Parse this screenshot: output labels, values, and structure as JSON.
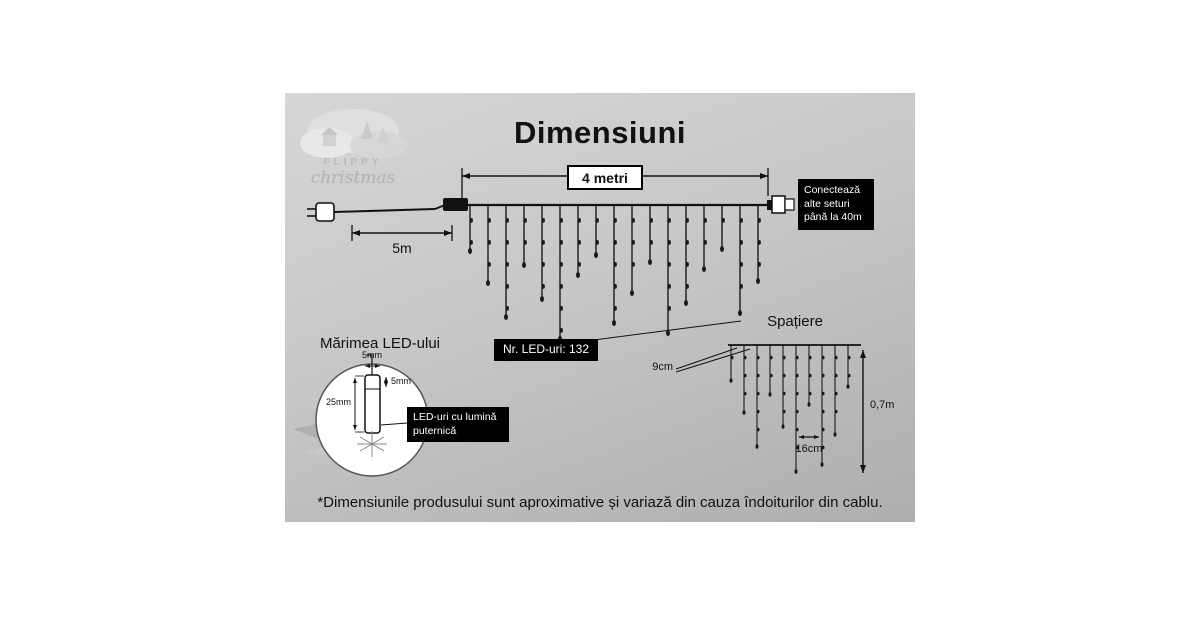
{
  "title": "Dimensiuni",
  "logo": {
    "brand": "FLIPPY",
    "script": "christmas"
  },
  "dimensions": {
    "total_width": "4 metri",
    "lead_length": "5m",
    "connect_note": "Conectează alte seturi până la 40m",
    "led_count": "Nr. LED-uri: 132"
  },
  "spacing": {
    "title": "Spațiere",
    "drop_gap": "9cm",
    "bulb_gap": "16cm",
    "drop_height": "0,7m"
  },
  "led": {
    "title": "Mărimea LED-ului",
    "width": "5mm",
    "head_height": "5mm",
    "body_length": "25mm",
    "note": "LED-uri cu lumină puternică"
  },
  "footer_note": "*Dimensiunile produsului sunt aproximative și variază din cauza îndoiturilor din cablu."
}
